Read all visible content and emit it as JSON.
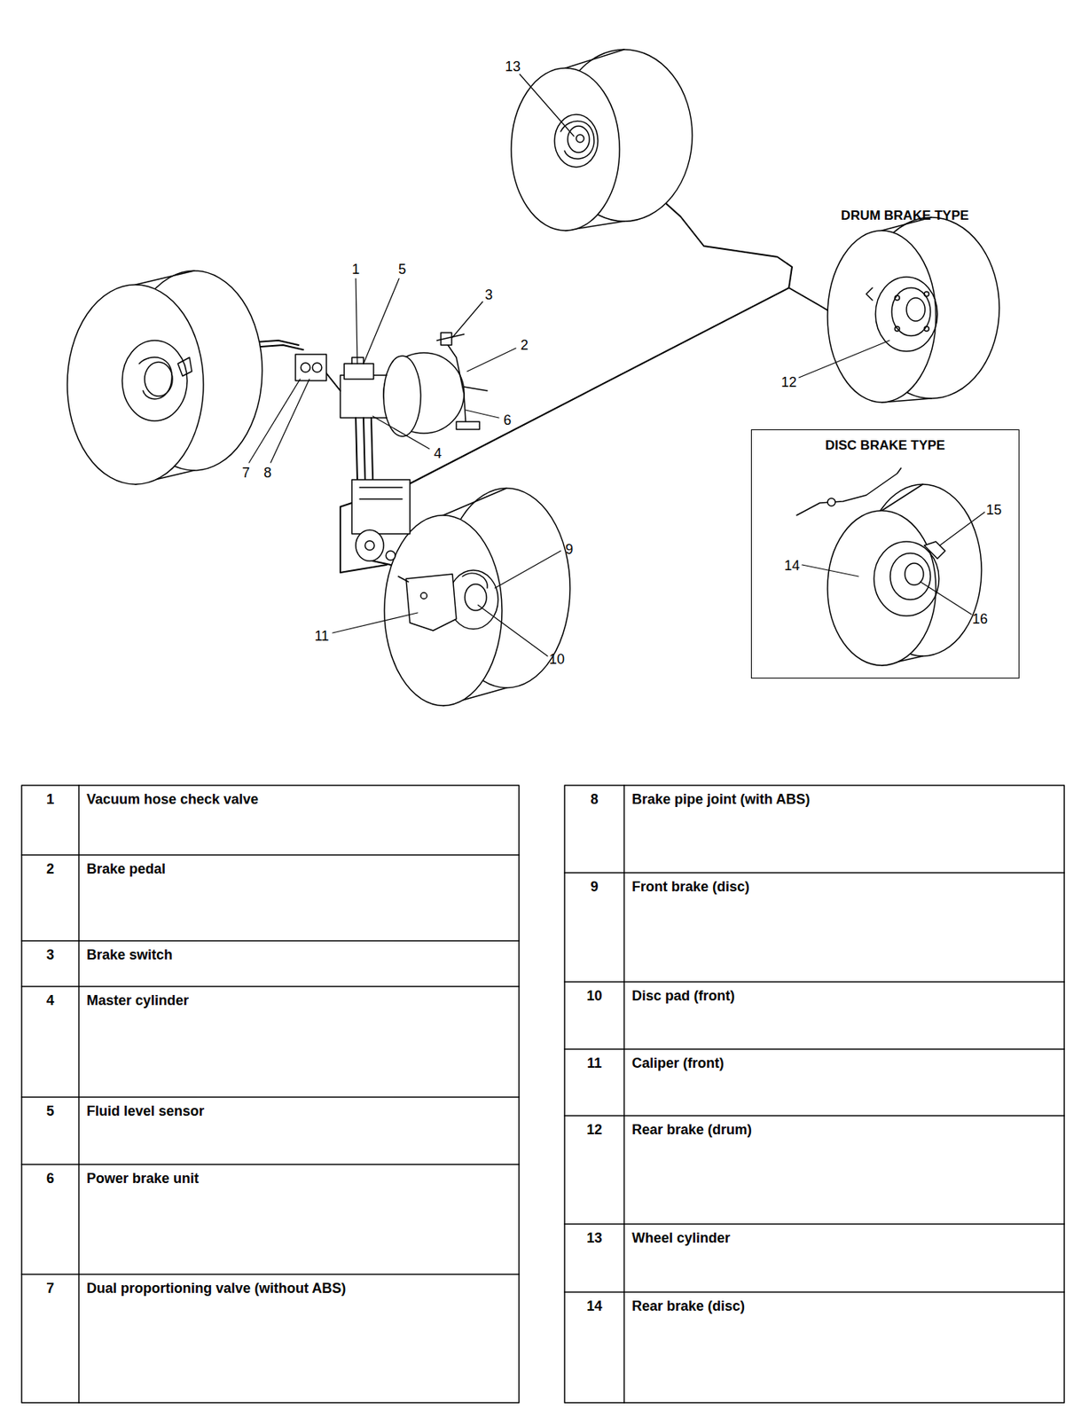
{
  "diagram": {
    "nodes": [
      {
        "text": [
          "DISC BRAKE TYPE"
        ]
      }
    ],
    "labels": [
      "13",
      "DRUM BRAKE TYPE",
      "1",
      "5",
      "3",
      "2",
      "6",
      "4",
      "7",
      "8",
      "12",
      "15",
      "14",
      "9",
      "16",
      "11",
      "10",
      "1",
      "Vacuum hose check valve",
      "2",
      "Brake pedal",
      "3",
      "Brake switch",
      "4",
      "Master cylinder",
      "5",
      "Fluid level sensor",
      "6",
      "Power brake unit",
      "7",
      "Dual proportioning valve (without ABS)",
      "8",
      "Brake pipe joint (with ABS)",
      "9",
      "Front brake (disc)",
      "10",
      "Disc pad (front)",
      "11",
      "Caliper (front)",
      "12",
      "Rear brake (drum)",
      "13",
      "Wheel cylinder",
      "14",
      "Rear brake (disc)"
    ]
  }
}
